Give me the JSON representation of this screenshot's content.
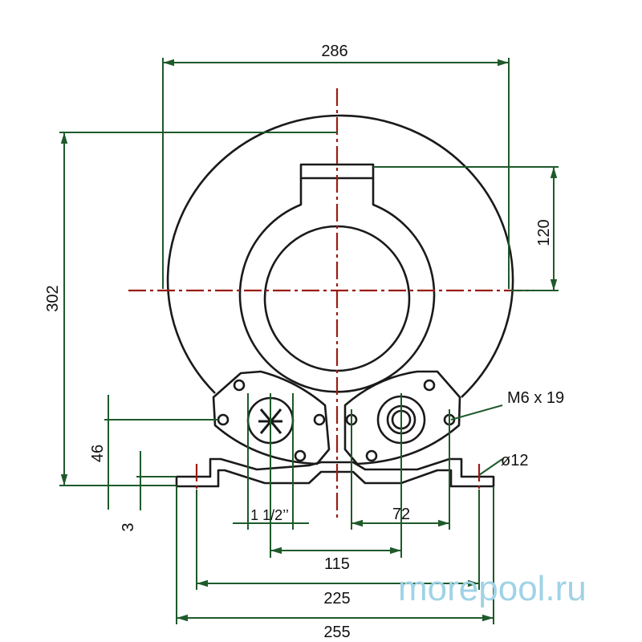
{
  "dimensions": {
    "width_overall": "286",
    "height_overall": "302",
    "outlet_height": "120",
    "flange_height": "46",
    "base_thickness": "3",
    "port_size": "1 1/2’’",
    "flange_spacing": "72",
    "port_spacing": "115",
    "mount_hole_spacing": "225",
    "base_width": "255",
    "bolt_callout": "M6 x 19",
    "hole_diameter": "ø12"
  },
  "watermark": "morepool.ru",
  "colors": {
    "outline": "#1a1a1a",
    "dimension": "#1e5a2a",
    "centerline": "#9a1c14",
    "watermark": "#9fd3e6"
  }
}
